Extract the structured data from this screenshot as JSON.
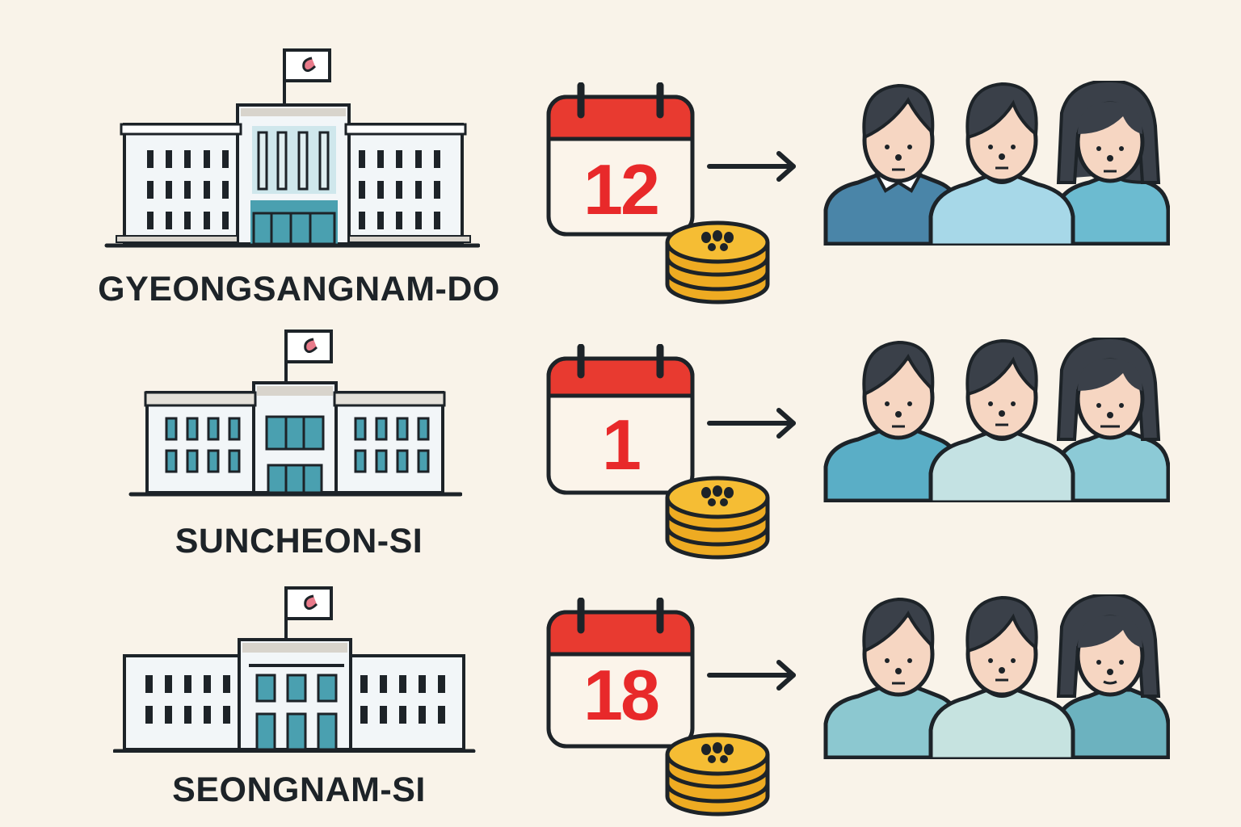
{
  "colors": {
    "background": "#f9f3e9",
    "outline": "#1d2328",
    "calendar_header": "#e83a30",
    "calendar_number": "#e8292a",
    "coin_gold": "#f2b62c",
    "building_glass": "#4aa0b0",
    "skin": "#f6d6c2",
    "hair": "#3a4049"
  },
  "rows": [
    {
      "region": "GYEONGSANGNAM-DO",
      "calendar_value": "12",
      "icons": [
        "government-building-icon",
        "calendar-icon",
        "coin-stack-icon",
        "arrow-right-icon",
        "people-group-icon"
      ],
      "shirt_colors": [
        "#4a85a8",
        "#a7d8e8",
        "#6cbbd0"
      ]
    },
    {
      "region": "SUNCHEON-SI",
      "calendar_value": "1",
      "icons": [
        "government-building-icon",
        "calendar-icon",
        "coin-stack-icon",
        "arrow-right-icon",
        "people-group-icon"
      ],
      "shirt_colors": [
        "#5aaec6",
        "#c4e2e3",
        "#8ccad6"
      ]
    },
    {
      "region": "SEONGNAM-SI",
      "calendar_value": "18",
      "icons": [
        "government-building-icon",
        "calendar-icon",
        "coin-stack-icon",
        "arrow-right-icon",
        "people-group-icon"
      ],
      "shirt_colors": [
        "#8cc8d0",
        "#c6e3e0",
        "#6cb2bf"
      ]
    }
  ]
}
